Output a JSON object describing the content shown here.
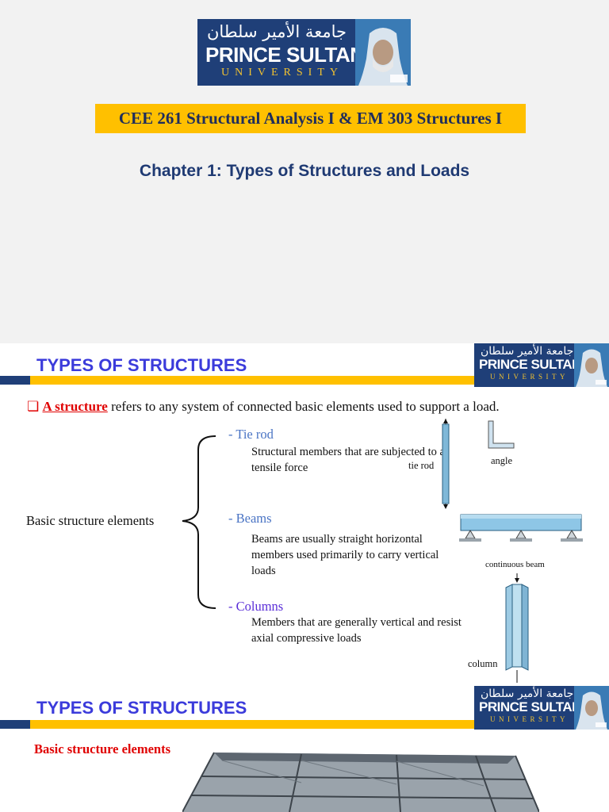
{
  "logo": {
    "arabic": "جامعة الأمير سلطان",
    "name": "PRINCE SULTAN",
    "subtitle": "UNIVERSITY"
  },
  "title_slide": {
    "course": "CEE 261 Structural Analysis I & EM 303 Structures I",
    "chapter": "Chapter 1: Types of Structures and Loads"
  },
  "slide2": {
    "header": "TYPES OF STRUCTURES",
    "intro_term": "A structure",
    "intro_rest": " refers to any system of connected basic elements used to support a load.",
    "group_label": "Basic structure elements",
    "items": [
      {
        "title": "- Tie rod",
        "desc": "Structural members that are subjected to a tensile  force"
      },
      {
        "title": "- Beams",
        "desc": "Beams are usually straight horizontal members used primarily  to carry vertical loads"
      },
      {
        "title": "- Columns",
        "desc": "Members that are generally vertical and resist axial  compressive loads"
      }
    ],
    "figure_labels": {
      "tie_rod": "tie rod",
      "angle": "angle",
      "beam": "continuous beam",
      "column": "column"
    }
  },
  "slide3": {
    "header": "TYPES OF STRUCTURES",
    "subtitle": "Basic structure elements"
  },
  "colors": {
    "navy": "#1f3f78",
    "gold": "#ffc000",
    "header_blue": "#3b3bdb",
    "red": "#e00000"
  }
}
